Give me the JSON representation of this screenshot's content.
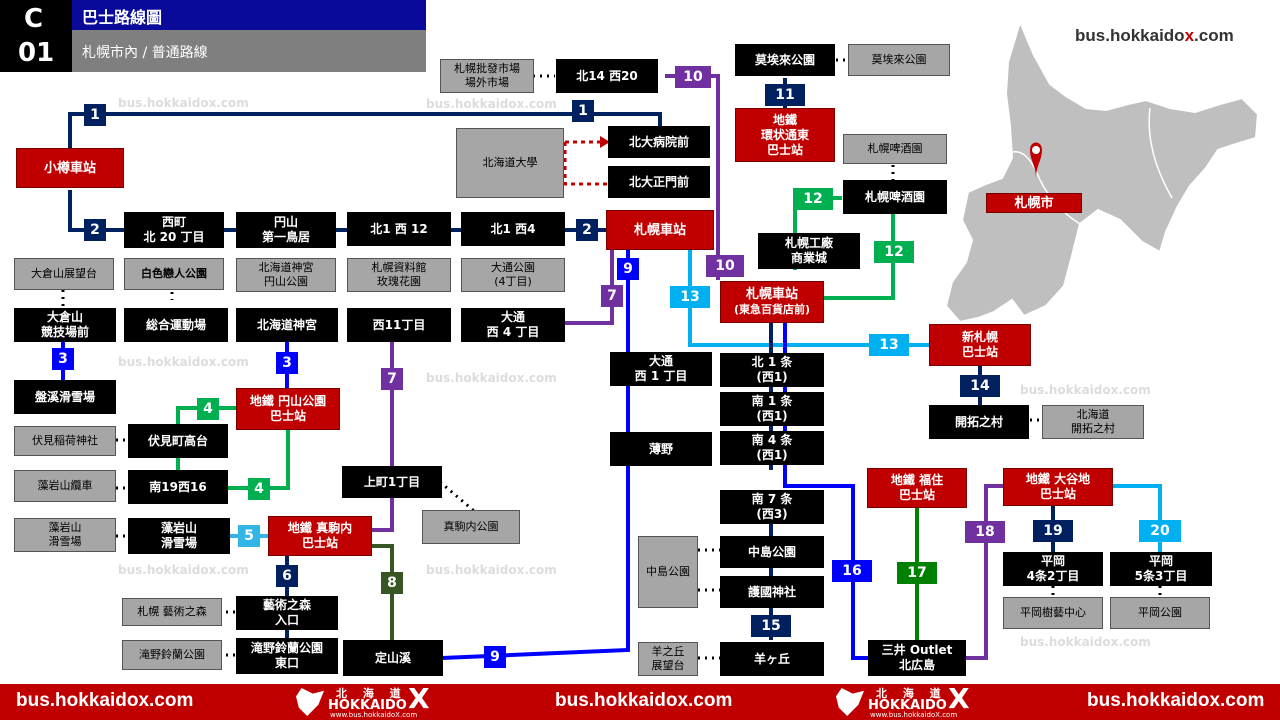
{
  "header": {
    "code_letter": "C",
    "code_number": "01",
    "title": "巴士路線圖",
    "subtitle": "札幌市內 / 普通路線"
  },
  "site": {
    "url_prefix": "bus.hokkaido",
    "url_x": "x",
    "url_suffix": ".com",
    "watermark": "bus.hokkaidox.com",
    "footer_url": "bus.hokkaidox.com"
  },
  "logo": {
    "kana": "北 海 道",
    "word": "HOKKAIDO",
    "x": "X",
    "url": "www.bus.hokkaidoX.com"
  },
  "map": {
    "city_label": "札幌市"
  },
  "colors": {
    "black_stop": "#000000",
    "red_stop": "#c00000",
    "grey_stop": "#a6a6a6",
    "footer": "#c00000"
  },
  "routes": [
    {
      "id": "1",
      "color": "#002060"
    },
    {
      "id": "2",
      "color": "#002060"
    },
    {
      "id": "3",
      "color": "#0000ff"
    },
    {
      "id": "4",
      "color": "#00b050"
    },
    {
      "id": "5",
      "color": "#33b5e5"
    },
    {
      "id": "6",
      "color": "#002060"
    },
    {
      "id": "7",
      "color": "#7030a0"
    },
    {
      "id": "8",
      "color": "#375623"
    },
    {
      "id": "9",
      "color": "#0000ff"
    },
    {
      "id": "10",
      "color": "#7030a0"
    },
    {
      "id": "11",
      "color": "#002060"
    },
    {
      "id": "12",
      "color": "#00b050"
    },
    {
      "id": "13",
      "color": "#00b0f0"
    },
    {
      "id": "14",
      "color": "#002060"
    },
    {
      "id": "15",
      "color": "#002060"
    },
    {
      "id": "16",
      "color": "#0000ff"
    },
    {
      "id": "17",
      "color": "#008000"
    },
    {
      "id": "18",
      "color": "#7030a0"
    },
    {
      "id": "19",
      "color": "#002060"
    },
    {
      "id": "20",
      "color": "#00b0f0"
    }
  ],
  "stops": {
    "otaru": "小樽車站",
    "nishimachi": "西町\n北 20 丁目",
    "shiroi_koibito": "白色戀人公園",
    "maruyama_daiichi": "円山\n第一鳥居",
    "jingu_maruyama": "北海道神宮\n円山公園",
    "kita1nishi12": "北1 西 12",
    "shiryokan": "札幌資料館\n玫瑰花園",
    "kita1nishi4": "北1 西4",
    "odori_koen": "大通公園\n(4丁目)",
    "okurayama_lookout": "大倉山展望台",
    "okurayama": "大倉山\n競技場前",
    "sogo_undojo": "総合運動場",
    "hokkaido_jingu": "北海道神宮",
    "nishi11": "西11丁目",
    "odori_nishi4": "大通\n西 4 丁目",
    "bankei": "盤溪滑雪場",
    "maruyama_sub": "地鐵 円山公園\n巴士站",
    "fushimi_inari": "伏見稲荷神社",
    "fushimi_kodai": "伏見町高台",
    "moiwa_ropeway": "藻岩山纜車",
    "minami19": "南19西16",
    "moiwa_ski_g": "藻岩山\n滑雪場",
    "moiwa_ski": "藻岩山\n滑雪場",
    "makomanai_sub": "地鐵 真駒内\n巴士站",
    "kamimachi": "上町1丁目",
    "makomanai_park": "真駒内公園",
    "art_forest_g": "札幌 藝術之森",
    "art_forest": "藝術之森\n入口",
    "takino_g": "滝野鈴蘭公園",
    "takino": "滝野鈴蘭公園\n東口",
    "jozankei": "定山溪",
    "market": "札幌批發市場\n場外市場",
    "kita14": "北14 西20",
    "hokudai_univ": "北海道大學",
    "hokudai_hospital": "北大病院前",
    "hokudai_gate": "北大正門前",
    "sapporo_st": "札幌車站",
    "odori_nishi1": "大通\n西 1 丁目",
    "susukino": "薄野",
    "moerenuma": "莫埃來公園",
    "moerenuma_g": "莫埃來公園",
    "kanjo_higashi": "地鐵\n環状通東\n巴士站",
    "beer_museum_g": "札幌啤酒園",
    "beer_garden": "札幌啤酒園",
    "factory": "札幌工廠\n商業城",
    "tokyu": "札幌車站",
    "tokyu_sub": "(東急百貨店前)",
    "kita1jo": "北 1 条\n(西1)",
    "minami1jo": "南 1 条\n(西1)",
    "minami4jo": "南 4 条\n(西1)",
    "minami7jo": "南 7 条\n(西3)",
    "nakajima_g": "中島公園",
    "nakajima": "中島公園",
    "gokoku": "護國神社",
    "hitsujigaoka_g": "羊之丘\n展望台",
    "hitsujigaoka": "羊ヶ丘",
    "shin_sapporo": "新札幌\n巴士站",
    "kaitaku": "開拓之村",
    "kaitaku_g": "北海道\n開拓之村",
    "fukuzumi": "地鐵  福住\n巴士站",
    "mitsui": "三井 Outlet\n北広島",
    "oyachi": "地鐵 大谷地\n巴士站",
    "hiraoka4": "平岡\n4条2丁目",
    "hiraoka5": "平岡\n5条3丁目",
    "hiraoka_jumoku": "平岡樹藝中心",
    "hiraoka_park": "平岡公園"
  }
}
